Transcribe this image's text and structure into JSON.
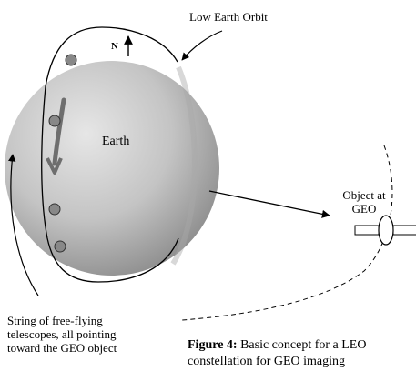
{
  "labels": {
    "orbit": "Low Earth Orbit",
    "north": "N",
    "earth": "Earth",
    "object": [
      "Object at",
      "GEO"
    ],
    "telescopes": [
      "String of free-flying",
      "telescopes, all pointing",
      "toward the GEO object"
    ]
  },
  "caption": {
    "prefix": "Figure 4:",
    "text_line1": " Basic concept for a LEO",
    "text_line2": "constellation for GEO imaging"
  },
  "telescope_count": 4,
  "colors": {
    "earth_light": "#e4e4e4",
    "earth_dark": "#8a8a8a",
    "telescope": "#888888",
    "rotation_arrow": "#6e6e6e",
    "line": "#000000"
  }
}
